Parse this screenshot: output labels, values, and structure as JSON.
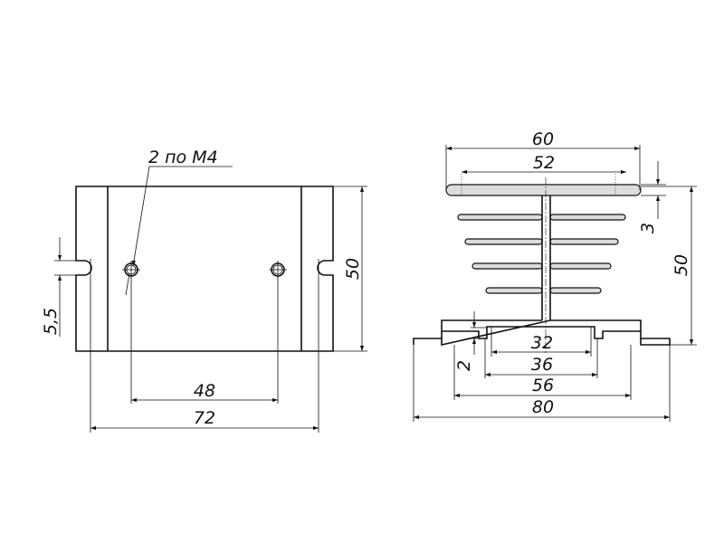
{
  "note_holes": "2 по М4",
  "front_view": {
    "height": "50",
    "slot_offset": "5,5",
    "hole_spacing": "48",
    "slot_spacing": "72"
  },
  "side_view": {
    "top_plate_width": "60",
    "top_fins_width": "52",
    "top_plate_thickness": "3",
    "height": "50",
    "base_step": "2",
    "inner_channel": "32",
    "channel_width": "36",
    "pedestal_width": "56",
    "base_width": "80"
  }
}
